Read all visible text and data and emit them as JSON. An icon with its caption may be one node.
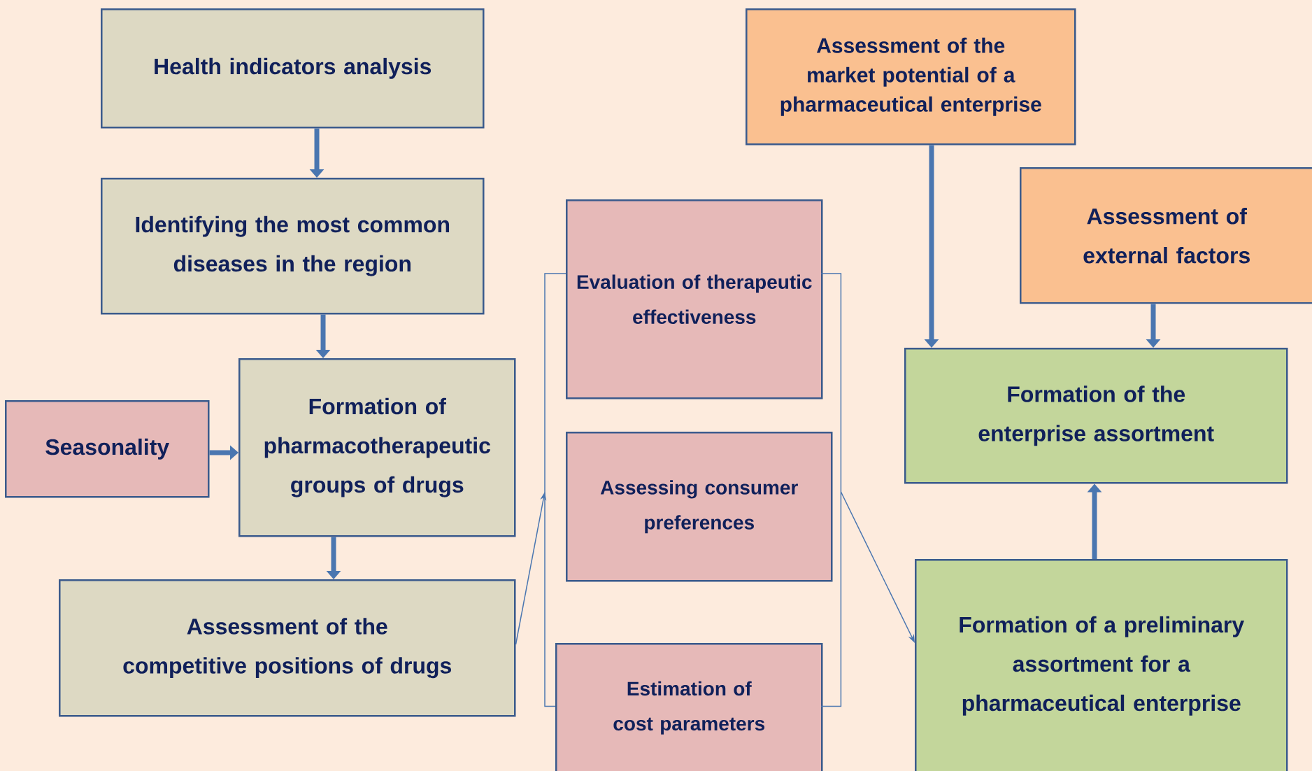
{
  "diagram": {
    "nodes": [
      {
        "text": [
          "Health indicators analysis"
        ]
      },
      {
        "text": [
          "Identifying the most common diseases in the region"
        ]
      },
      {
        "text": [
          "Seasonality"
        ]
      },
      {
        "text": [
          "Formation of pharmacotherapeutic groups of drugs"
        ]
      },
      {
        "text": [
          "Assessment of the competitive positions of drugs"
        ]
      },
      {
        "text": [],
        "shape": "bracket"
      },
      {
        "text": [
          "Evaluation of therapeutic effectiveness"
        ]
      },
      {
        "text": [
          "Assessing consumer preferences"
        ]
      },
      {
        "text": [
          "Estimation of cost parameters"
        ]
      },
      {
        "text": [],
        "shape": "bracket"
      },
      {
        "text": [
          "Assessment of the market potential of a pharmaceutical enterprise"
        ]
      },
      {
        "text": [
          "Assessment of external factors"
        ]
      },
      {
        "text": [
          "Formation of the enterprise assortment"
        ]
      },
      {
        "text": [
          "Formation of a preliminary assortment for a pharmaceutical enterprise"
        ]
      }
    ],
    "edges": [
      {
        "from": 0,
        "to": 1,
        "arrow": "to"
      },
      {
        "from": 1,
        "to": 3,
        "arrow": "to"
      },
      {
        "from": 2,
        "to": 3,
        "arrow": "to"
      },
      {
        "from": 3,
        "to": 4,
        "arrow": "to"
      },
      {
        "from": 4,
        "to": 5,
        "arrow": "to"
      },
      {
        "from": 9,
        "to": 13,
        "arrow": "to"
      },
      {
        "from": 10,
        "to": 12,
        "arrow": "to"
      },
      {
        "from": 11,
        "to": 12,
        "arrow": "to"
      },
      {
        "from": 13,
        "to": 12,
        "arrow": "to"
      }
    ]
  }
}
